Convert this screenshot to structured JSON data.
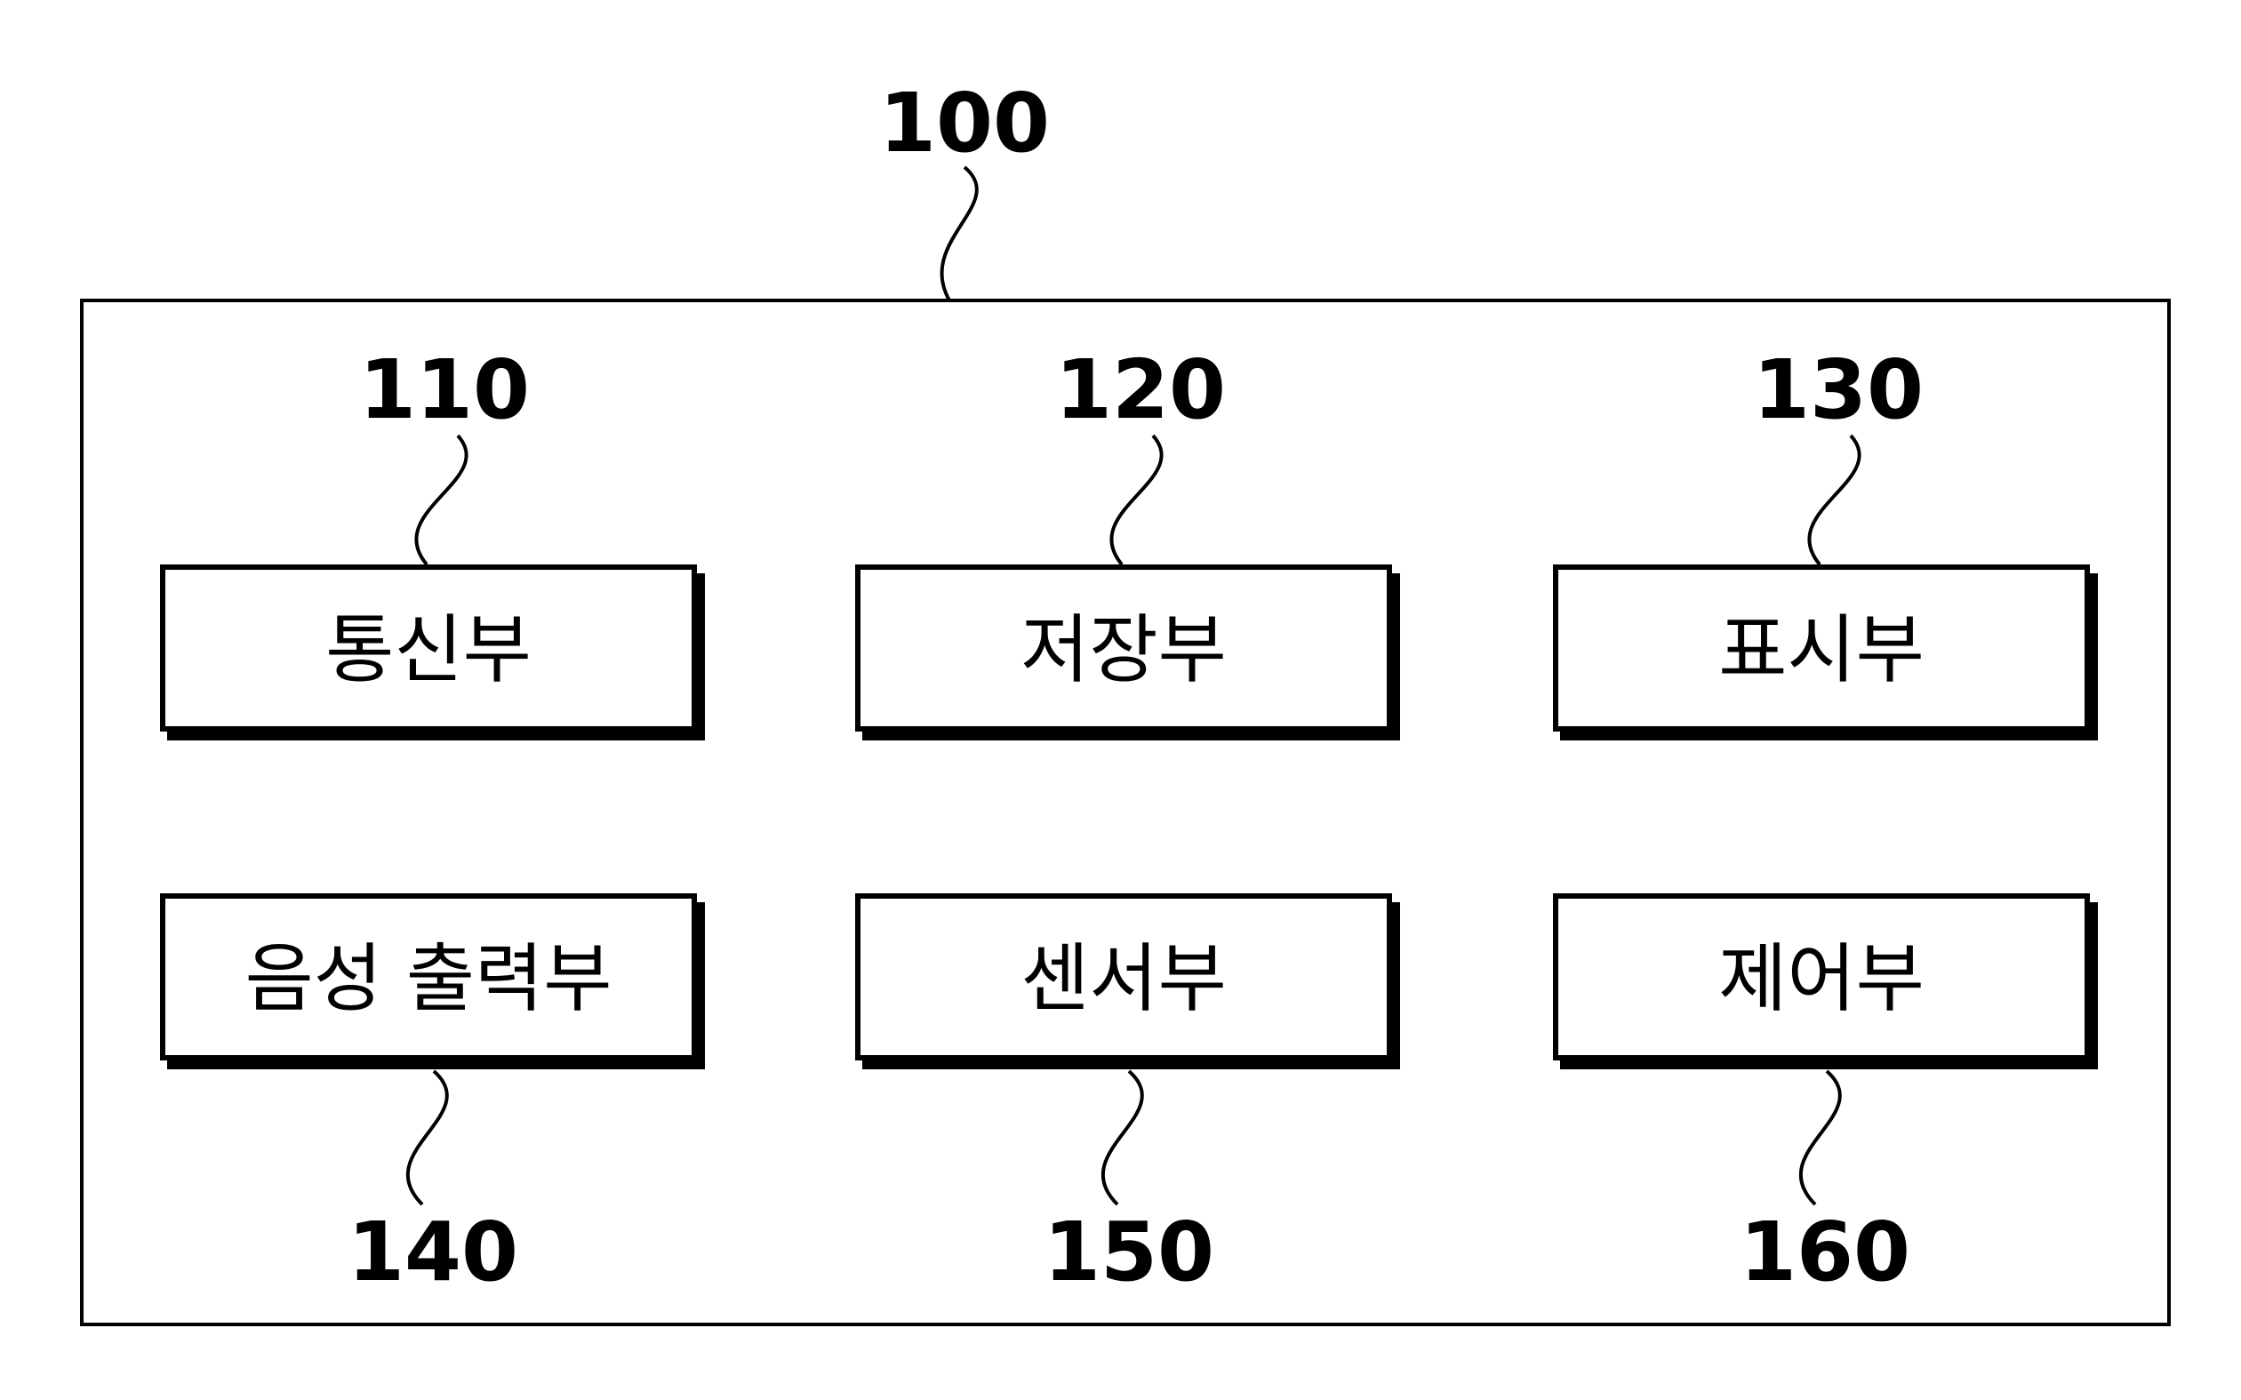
{
  "device": {
    "ref": "100"
  },
  "blocks": [
    {
      "id": "communication",
      "ref": "110",
      "label": "통신부"
    },
    {
      "id": "storage",
      "ref": "120",
      "label": "저장부"
    },
    {
      "id": "display",
      "ref": "130",
      "label": "표시부"
    },
    {
      "id": "audio-output",
      "ref": "140",
      "label": "음성 출력부"
    },
    {
      "id": "sensor",
      "ref": "150",
      "label": "센서부"
    },
    {
      "id": "control",
      "ref": "160",
      "label": "제어부"
    }
  ],
  "colors": {
    "line": "#000000",
    "background": "#ffffff"
  }
}
